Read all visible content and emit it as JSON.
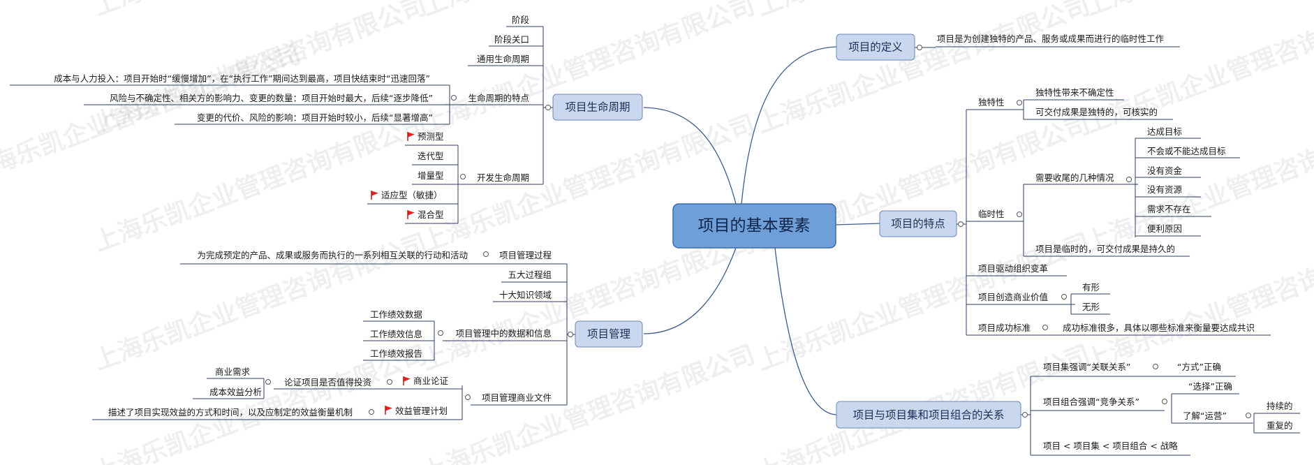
{
  "watermark": "上海乐凯企业管理咨询有限公司",
  "center": "项目的基本要素",
  "branches": {
    "definition": {
      "title": "项目的定义",
      "text": "项目是为创建独特的产品、服务或成果而进行的临时性工作"
    },
    "lifecycle": {
      "title": "项目生命周期",
      "items": [
        "阶段",
        "阶段关口",
        "通用生命周期"
      ],
      "features": {
        "label": "生命周期的特点",
        "items": [
          "成本与人力投入：项目开始时“缓慢增加”，在“执行工作”期间达到最高，项目快结束时“迅速回落”",
          "风险与不确定性、相关方的影响力、变更的数量：项目开始时最大，后续“逐步降低”",
          "变更的代价、风险的影响：项目开始时较小，后续“显著增高”"
        ]
      },
      "dev": {
        "label": "开发生命周期",
        "items": [
          "预测型",
          "迭代型",
          "增量型",
          "适应型（敏捷）",
          "混合型"
        ]
      }
    },
    "management": {
      "title": "项目管理",
      "process": {
        "label": "项目管理过程",
        "text": "为完成预定的产品、成果或服务而执行的一系列相互关联的行动和活动"
      },
      "items": [
        "五大过程组",
        "十大知识领域"
      ],
      "data": {
        "label": "项目管理中的数据和信息",
        "items": [
          "工作绩效数据",
          "工作绩效信息",
          "工作绩效报告"
        ]
      },
      "docs": {
        "label": "项目管理商业文件",
        "case": "商业论证",
        "case_desc": "论证项目是否值得投资",
        "case_items": [
          "商业需求",
          "成本效益分析"
        ],
        "plan": "效益管理计划",
        "plan_desc": "描述了项目实现效益的方式和时间，以及应制定的效益衡量机制"
      }
    },
    "features": {
      "title": "项目的特点",
      "unique": {
        "label": "独特性",
        "items": [
          "独特性带来不确定性",
          "可交付成果是独特的，可核实的"
        ]
      },
      "temporary": {
        "label": "临时性",
        "ending": "需要收尾的几种情况",
        "ending_items": [
          "达成目标",
          "不会或不能达成目标",
          "没有资金",
          "没有资源",
          "需求不存在",
          "便利原因"
        ],
        "note": "项目是临时的，可交付成果是持久的"
      },
      "change": "项目驱动组织变革",
      "value": {
        "label": "项目创造商业价值",
        "items": [
          "有形",
          "无形"
        ]
      },
      "success": {
        "label": "项目成功标准",
        "text": "成功标准很多，具体以哪些标准来衡量要达成共识"
      }
    },
    "relation": {
      "title": "项目与项目集和项目组合的关系",
      "program": {
        "label": "项目集强调“关联关系”",
        "item": "“方式”正确"
      },
      "portfolio": {
        "label": "项目组合强调“竞争关系”",
        "items": [
          "“选择”正确",
          "了解“运营”"
        ],
        "ops_items": [
          "持续的",
          "重复的"
        ]
      },
      "chain": "项目 < 项目集 < 项目组合 < 战略"
    }
  }
}
